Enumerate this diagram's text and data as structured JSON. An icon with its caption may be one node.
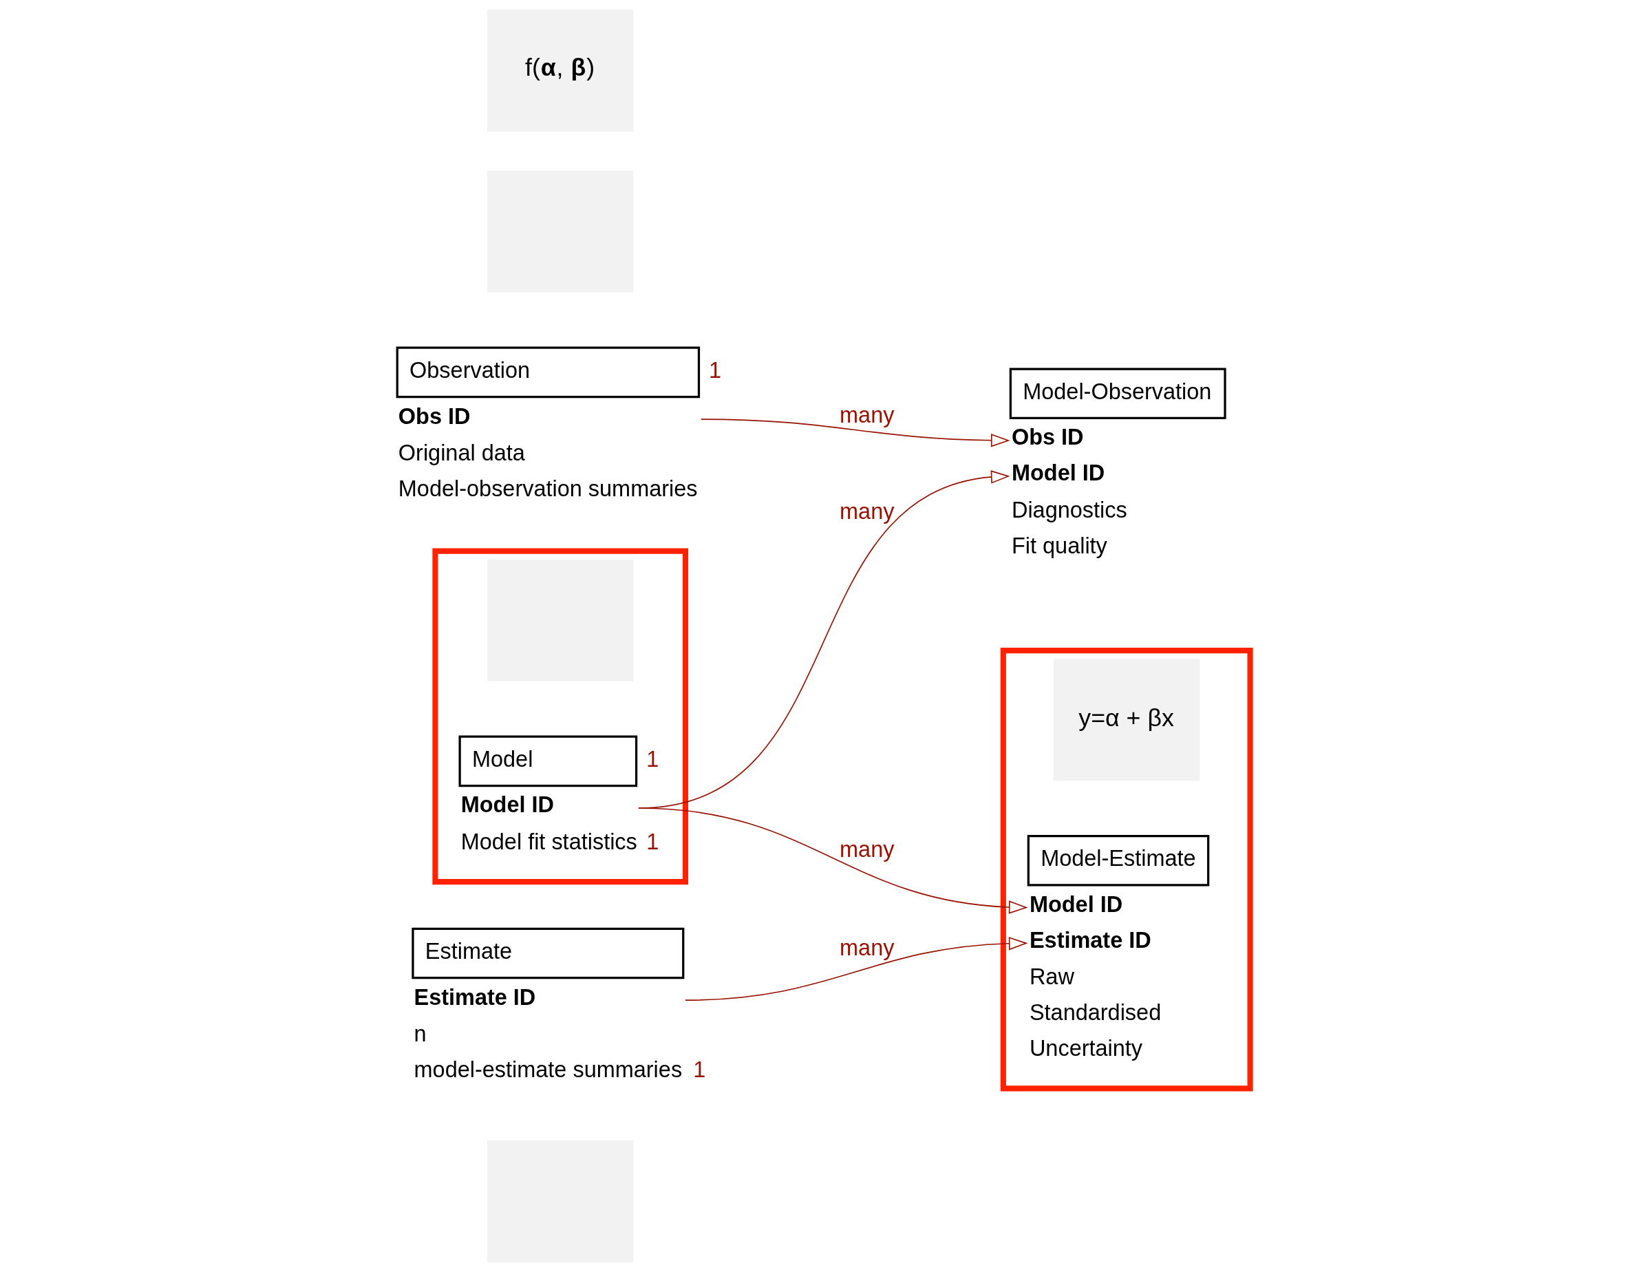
{
  "diagram": {
    "nodes": [
      {
        "text": [],
        "shape": "box"
      },
      {
        "text": [
          "Observation",
          "Obs ID",
          "Original data",
          "Model-observation summaries"
        ],
        "beside": [
          "1"
        ]
      },
      {
        "text": [
          "Model-Observation",
          "Obs ID",
          "Model ID",
          "Diagnostics",
          "Fit quality"
        ]
      },
      {
        "text": [],
        "shape": "box"
      },
      {
        "text": [],
        "shape": "box"
      },
      {
        "text": [],
        "shape": "box",
        "in": 4
      },
      {
        "text": [
          "Model",
          "Model ID",
          "Model fit statistics"
        ],
        "in": 4,
        "beside": [
          "1",
          "1"
        ]
      },
      {
        "text": [],
        "shape": "box"
      },
      {
        "text": [
          "Model-Estimate",
          "Model ID",
          "Estimate ID",
          "Raw",
          "Standardised",
          "Uncertainty"
        ],
        "in": 7
      },
      {
        "text": [
          "y=α + βx"
        ],
        "in": 7
      },
      {
        "text": [
          "f(**α**, **β**)"
        ]
      },
      {
        "text": [
          "Estimate",
          "Estimate ID",
          "n",
          "model-estimate summaries"
        ],
        "beside": [
          "1"
        ]
      }
    ],
    "edges": [
      {
        "from": 1,
        "to": 2,
        "arrow": "to",
        "label": "many"
      },
      {
        "from": 6,
        "to": 2,
        "arrow": "to",
        "label": "many"
      },
      {
        "from": 6,
        "to": 8,
        "arrow": "to",
        "label": "many"
      },
      {
        "from": 11,
        "to": 8,
        "arrow": "to",
        "label": "many"
      }
    ]
  }
}
